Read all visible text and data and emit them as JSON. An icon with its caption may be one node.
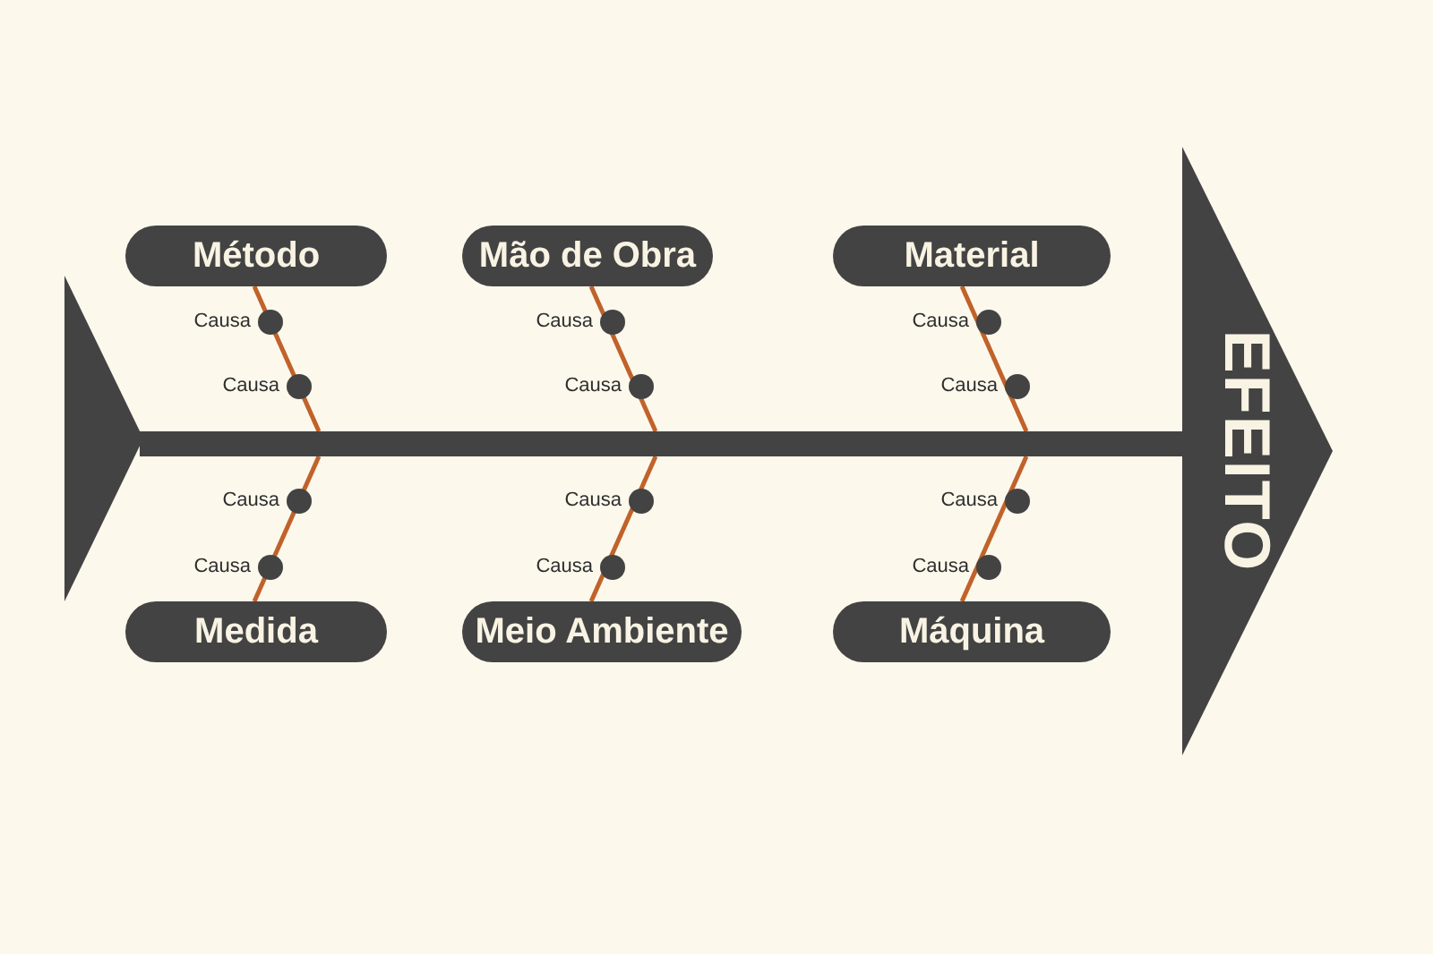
{
  "diagram": {
    "nodes": [
      {
        "text": [
          "Método"
        ]
      },
      {
        "text": [
          "Mão de Obra"
        ]
      },
      {
        "text": [
          "Material"
        ]
      },
      {
        "text": [
          "Medida"
        ]
      },
      {
        "text": [
          "Meio Ambiente"
        ]
      },
      {
        "text": [
          "Máquina"
        ]
      },
      {
        "text": [],
        "shape": "triangle"
      },
      {
        "text": [],
        "shape": "bar"
      },
      {
        "text": [
          "EFEITO"
        ]
      }
    ],
    "edges": [
      {
        "from": 0,
        "to": 7,
        "arrow": "none"
      },
      {
        "from": 1,
        "to": 7,
        "arrow": "none"
      },
      {
        "from": 2,
        "to": 7,
        "arrow": "none"
      },
      {
        "from": 3,
        "to": 7,
        "arrow": "none"
      },
      {
        "from": 4,
        "to": 7,
        "arrow": "none"
      },
      {
        "from": 5,
        "to": 7,
        "arrow": "none"
      }
    ],
    "labels": [
      "Causa",
      "Causa",
      "Causa",
      "Causa",
      "Causa",
      "Causa",
      "Causa",
      "Causa",
      "Causa",
      "Causa",
      "Causa",
      "Causa"
    ]
  }
}
